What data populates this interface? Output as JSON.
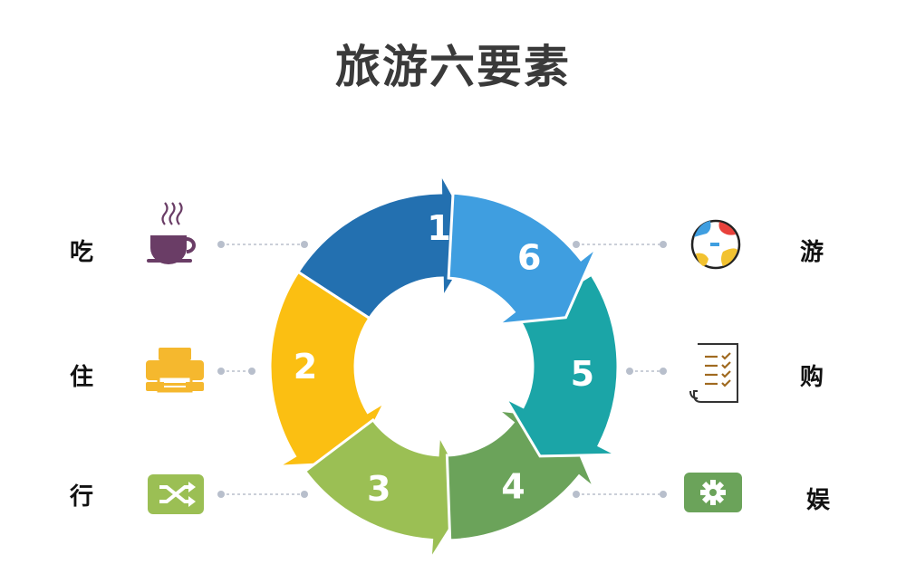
{
  "title": "旅游六要素",
  "segments": [
    {
      "num": "1",
      "color": "#2370b0"
    },
    {
      "num": "2",
      "color": "#fbbf12"
    },
    {
      "num": "3",
      "color": "#9bbf54"
    },
    {
      "num": "4",
      "color": "#6ba35a"
    },
    {
      "num": "5",
      "color": "#1ba5a7"
    },
    {
      "num": "6",
      "color": "#3f9ee0"
    }
  ],
  "left_items": [
    {
      "label": "吃",
      "icon": "coffee-cup-icon",
      "color": "#6a3d66"
    },
    {
      "label": "住",
      "icon": "printer-icon",
      "color": "#f5b82e"
    },
    {
      "label": "行",
      "icon": "shuffle-icon",
      "color": "#9bbf54"
    }
  ],
  "right_items": [
    {
      "label": "游",
      "icon": "globe-icon",
      "color": "#3f9ee0"
    },
    {
      "label": "购",
      "icon": "checklist-icon",
      "color": "#a06a20"
    },
    {
      "label": "娱",
      "icon": "gear-icon",
      "color": "#6ba35a"
    }
  ],
  "connector_color": "#b8bfcc"
}
